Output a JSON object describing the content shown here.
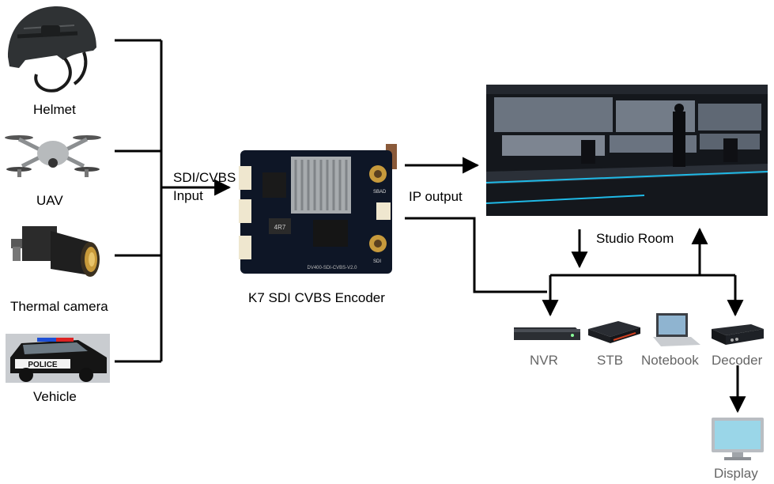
{
  "sources": {
    "helmet": "Helmet",
    "uav": "UAV",
    "thermal": "Thermal camera",
    "vehicle": "Vehicle",
    "vehicle_text": "POLICE"
  },
  "input_label_line1": "SDI/CVBS",
  "input_label_line2": "Input",
  "encoder": {
    "caption": "K7 SDI CVBS Encoder",
    "board_text": "DV400-SDI-CVBS-V2.0",
    "chip_text": "4R7",
    "port_label_1": "SBAD",
    "port_label_2": "SDI"
  },
  "ip_output_label": "IP output",
  "studio_label": "Studio Room",
  "devices": {
    "nvr": "NVR",
    "stb": "STB",
    "notebook": "Notebook",
    "decoder": "Decoder"
  },
  "display_label": "Display"
}
